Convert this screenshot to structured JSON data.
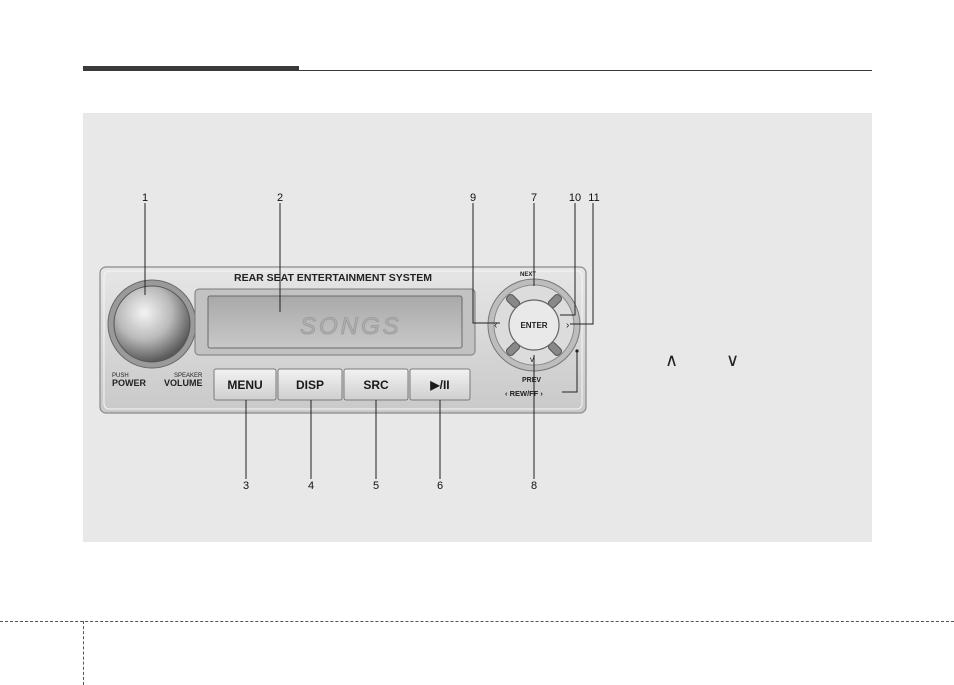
{
  "panel": {
    "title": "REAR SEAT ENTERTAINMENT SYSTEM",
    "power_small": "PUSH",
    "power_big": "POWER",
    "volume_small": "SPEAKER",
    "volume_big": "VOLUME",
    "display_text": "SONGS",
    "next_label": "NEXT",
    "prev_label": "PREV",
    "enter_label": "ENTER",
    "rew_ff_label": "‹ REW/FF ›",
    "buttons": [
      "MENU",
      "DISP",
      "SRC",
      "▶/II"
    ]
  },
  "callouts": [
    "1",
    "2",
    "3",
    "4",
    "5",
    "6",
    "7",
    "8",
    "9",
    "10",
    "11"
  ],
  "side_glyphs": {
    "up": "∧",
    "down": "∨"
  },
  "colors": {
    "panel_bg": "#e8e8e8",
    "device_face": "#d6d6d6",
    "display": "#b9b9b9"
  }
}
